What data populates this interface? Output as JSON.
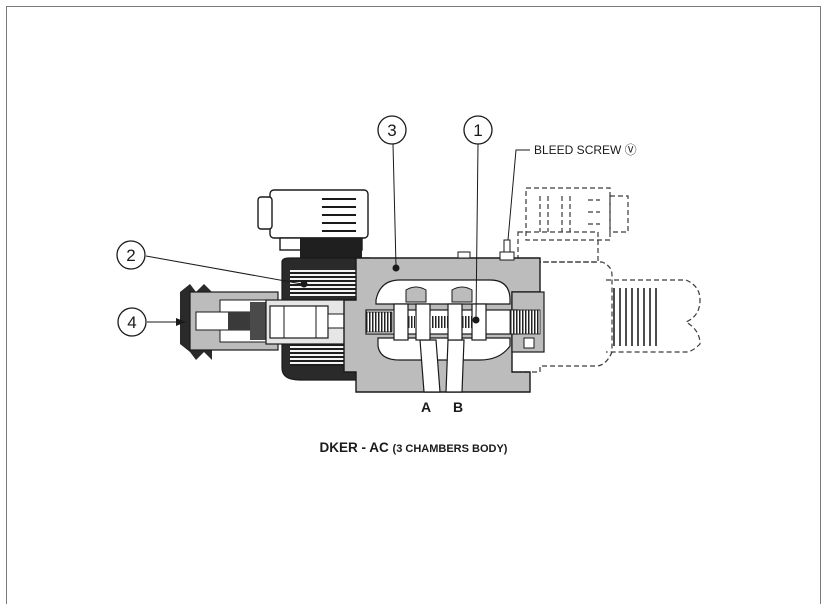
{
  "callouts": {
    "c1": "1",
    "c2": "2",
    "c3": "3",
    "c4": "4"
  },
  "labels": {
    "bleed": "BLEED SCREW Ⓥ",
    "port_a": "A",
    "port_b": "B"
  },
  "caption": {
    "main": "DKER - AC",
    "sub": "(3 CHAMBERS BODY)"
  },
  "colors": {
    "line": "#1a1a1a",
    "body_gray": "#bcbcbc",
    "dark": "#2a2a2a",
    "frame": "#7a7a7a"
  }
}
